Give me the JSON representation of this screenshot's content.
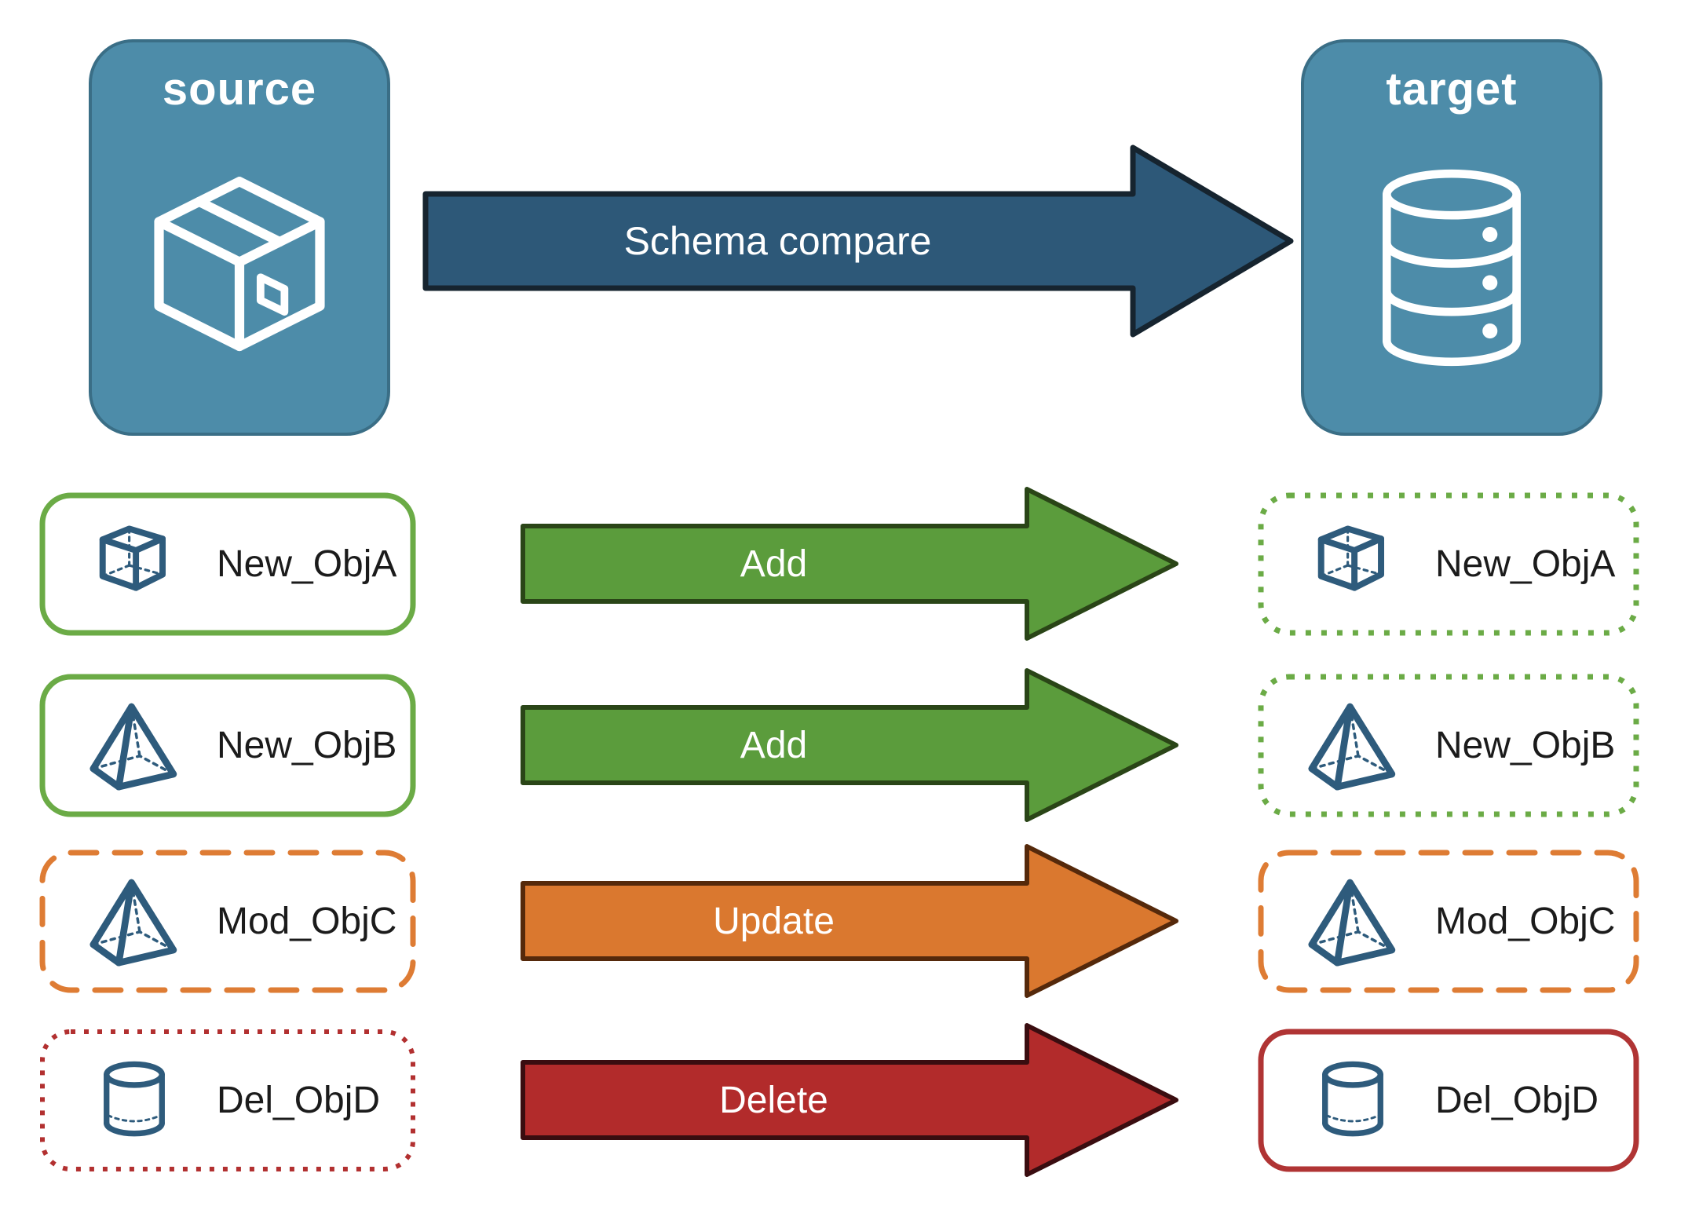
{
  "panels": {
    "source": {
      "title": "source",
      "icon": "package-box-icon",
      "fill": "#4D8CA9",
      "border": "#3A6E86"
    },
    "target": {
      "title": "target",
      "icon": "database-icon",
      "fill": "#4D8CA9",
      "border": "#3A6E86"
    }
  },
  "compare_arrow": {
    "label": "Schema compare",
    "fill": "#2D5878",
    "border": "#16242F"
  },
  "rows": [
    {
      "object": "New_ObjA",
      "icon": "cube-icon",
      "action": "Add",
      "arrow_color": "#5B9C3C",
      "source_box_border": "solid green",
      "target_box_border": "dotted green",
      "border_color": "#6BAB46"
    },
    {
      "object": "New_ObjB",
      "icon": "pyramid-icon",
      "action": "Add",
      "arrow_color": "#5B9C3C",
      "source_box_border": "solid green",
      "target_box_border": "dotted green",
      "border_color": "#6BAB46"
    },
    {
      "object": "Mod_ObjC",
      "icon": "pyramid-icon",
      "action": "Update",
      "arrow_color": "#DA782F",
      "source_box_border": "dashed orange",
      "target_box_border": "dashed orange",
      "border_color": "#DE7C34"
    },
    {
      "object": "Del_ObjD",
      "icon": "cylinder-icon",
      "action": "Delete",
      "arrow_color": "#B22B2B",
      "source_box_border": "dotted red",
      "target_box_border": "solid red",
      "border_color": "#B23030"
    }
  ],
  "colors": {
    "object_icon_blue": "#2E5B7C",
    "label_text": "#1B1B1B",
    "background": "#FFFFFF"
  }
}
